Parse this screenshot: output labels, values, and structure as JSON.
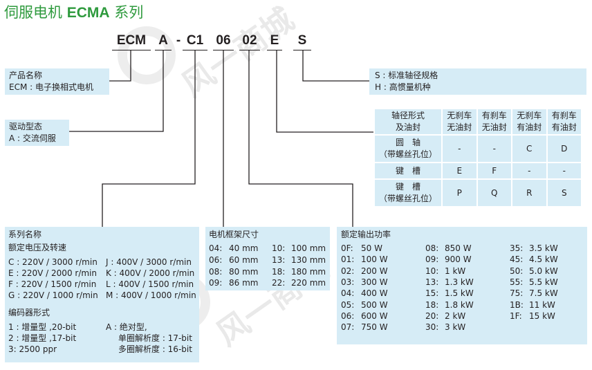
{
  "title": {
    "prefix": "伺服电机",
    "model": "ECMA",
    "suffix": "系列"
  },
  "watermark": {
    "text": "风一商城"
  },
  "code": [
    "ECM",
    "A",
    "-",
    "C1",
    "06",
    "02",
    "E",
    "S"
  ],
  "product_name": {
    "heading": "产品名称",
    "value": "ECM : 电子换相式电机"
  },
  "drive_type": {
    "heading": "驱动型态",
    "value": "A : 交流伺服"
  },
  "shaft_type": {
    "line1": "S : 标准轴径规格",
    "line2": "H : 高惯量机种"
  },
  "shaft_table": {
    "header": {
      "col0_line1": "轴径形式",
      "col0_line2": "及油封",
      "cols": [
        {
          "line1": "无刹车",
          "line2": "无油封"
        },
        {
          "line1": "有刹车",
          "line2": "无油封"
        },
        {
          "line1": "无刹车",
          "line2": "有油封"
        },
        {
          "line1": "有刹车",
          "line2": "有油封"
        }
      ]
    },
    "rows": [
      {
        "line1": "圆　轴",
        "line2": "（带螺丝孔位）",
        "values": [
          "-",
          "-",
          "C",
          "D"
        ]
      },
      {
        "line1": "键　槽",
        "line2": "",
        "values": [
          "E",
          "F",
          "-",
          "-"
        ]
      },
      {
        "line1": "键　槽",
        "line2": "（带螺丝孔位）",
        "values": [
          "P",
          "Q",
          "R",
          "S"
        ]
      }
    ]
  },
  "series": {
    "heading": "系列名称",
    "voltage_heading": "额定电压及转速",
    "voltage": [
      [
        "C : 220V / 3000 r/min",
        "J : 400V / 3000 r/min"
      ],
      [
        "E : 220V / 2000 r/min",
        "K : 400V / 2000 r/min"
      ],
      [
        "F : 220V / 1500 r/min",
        "L : 400V / 1500 r/min"
      ],
      [
        "G : 220V / 1000 r/min",
        "M : 400V / 1000 r/min"
      ]
    ],
    "encoder_heading": "编码器形式",
    "encoder_left": [
      "1 : 增量型 ,20-bit",
      "2 : 增量型 ,17-bit",
      "3:   2500 ppr"
    ],
    "encoder_right": [
      "A : 绝对型,",
      "单圈解析度 : 17-bit",
      "多圈解析度 : 16-bit"
    ]
  },
  "frame": {
    "heading": "电机框架尺寸",
    "rows": [
      [
        "04:",
        "40 mm",
        "10:",
        "100 mm"
      ],
      [
        "06:",
        "60 mm",
        "13:",
        "130 mm"
      ],
      [
        "08:",
        "80 mm",
        "18:",
        "180 mm"
      ],
      [
        "09:",
        "86 mm",
        "22:",
        "220 mm"
      ]
    ]
  },
  "power": {
    "heading": "额定输出功率",
    "col1": [
      [
        "0F:",
        "50 W"
      ],
      [
        "01:",
        "100 W"
      ],
      [
        "02:",
        "200 W"
      ],
      [
        "03:",
        "300 W"
      ],
      [
        "04:",
        "400 W"
      ],
      [
        "05:",
        "500 W"
      ],
      [
        "06:",
        "600 W"
      ],
      [
        "07:",
        "750 W"
      ]
    ],
    "col2": [
      [
        "08:",
        "850 W"
      ],
      [
        "09:",
        "900 W"
      ],
      [
        "10:",
        "1 kW"
      ],
      [
        "13:",
        "1.3 kW"
      ],
      [
        "15:",
        "1.5 kW"
      ],
      [
        "18:",
        "1.8 kW"
      ],
      [
        "20:",
        "2 kW"
      ],
      [
        "30:",
        "3 kW"
      ]
    ],
    "col3": [
      [
        "35:",
        "3.5 kW"
      ],
      [
        "45:",
        "4.5 kW"
      ],
      [
        "50:",
        "5.0 kW"
      ],
      [
        "55:",
        "5.5 kW"
      ],
      [
        "75:",
        "7.5 kW"
      ],
      [
        "1B:",
        "11 kW"
      ],
      [
        "1F:",
        "15 kW"
      ]
    ]
  },
  "colors": {
    "title_green": "#2e9a3d",
    "box_blue": "#d6ecf6",
    "line": "#231f20"
  }
}
